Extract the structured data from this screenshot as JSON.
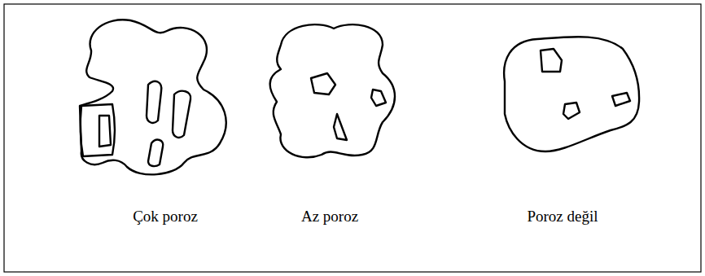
{
  "diagram": {
    "labels": [
      "Çok poroz",
      "Az poroz",
      "Poroz değil"
    ]
  }
}
